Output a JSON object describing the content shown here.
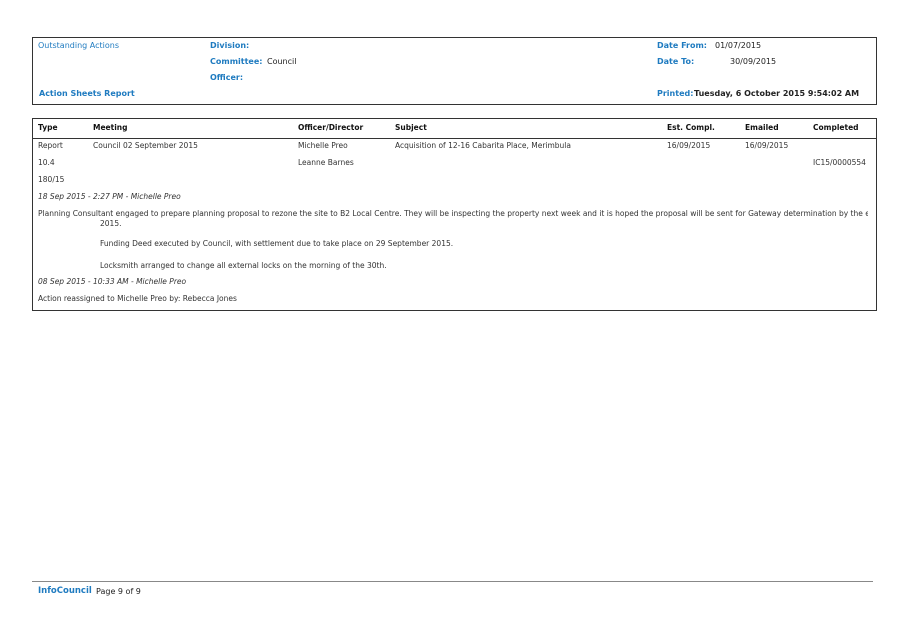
{
  "header": {
    "report_group": "Outstanding Actions",
    "division_label": "Division:",
    "committee_label": "Committee:",
    "committee_value": "Council",
    "officer_label": "Officer:",
    "report_title": "Action Sheets Report",
    "date_from_label": "Date From:",
    "date_from_value": "01/07/2015",
    "date_to_label": "Date To:",
    "date_to_value": "30/09/2015",
    "printed_label": "Printed:",
    "printed_value": "Tuesday, 6 October 2015  9:54:02 AM"
  },
  "table": {
    "columns": [
      "Type",
      "Meeting",
      "Officer/Director",
      "Subject",
      "Est. Compl.",
      "Emailed",
      "Completed"
    ],
    "row": {
      "type": "Report",
      "meeting": "Council 02 September 2015",
      "officer": "Michelle Preo",
      "subject": "Acquisition of 12-16 Cabarita Place, Merimbula",
      "est_compl": "16/09/2015",
      "emailed": "16/09/2015",
      "item_no": "10.4",
      "director": "Leanne Barnes",
      "ref": "IC15/0000554",
      "resolution": "180/15"
    },
    "notes": [
      {
        "heading": "18 Sep 2015 - 2:27 PM - Michelle Preo",
        "para1": "Planning Consultant engaged to prepare planning proposal to rezone the site to B2 Local Centre.  They will be inspecting the property next week and it is hoped the proposal will be sent for Gateway determination by the end of October",
        "para1_cont": "2015.",
        "para2": "Funding Deed executed by Council, with settlement due to take place on 29 September 2015.",
        "para3": "Locksmith arranged to change all external locks on the morning of the 30th."
      },
      {
        "heading": "08 Sep 2015 - 10:33 AM - Michelle Preo",
        "para1": "Action reassigned to Michelle Preo by: Rebecca Jones"
      }
    ]
  },
  "footer": {
    "brand": "InfoCouncil",
    "page": "Page 9 of 9"
  }
}
